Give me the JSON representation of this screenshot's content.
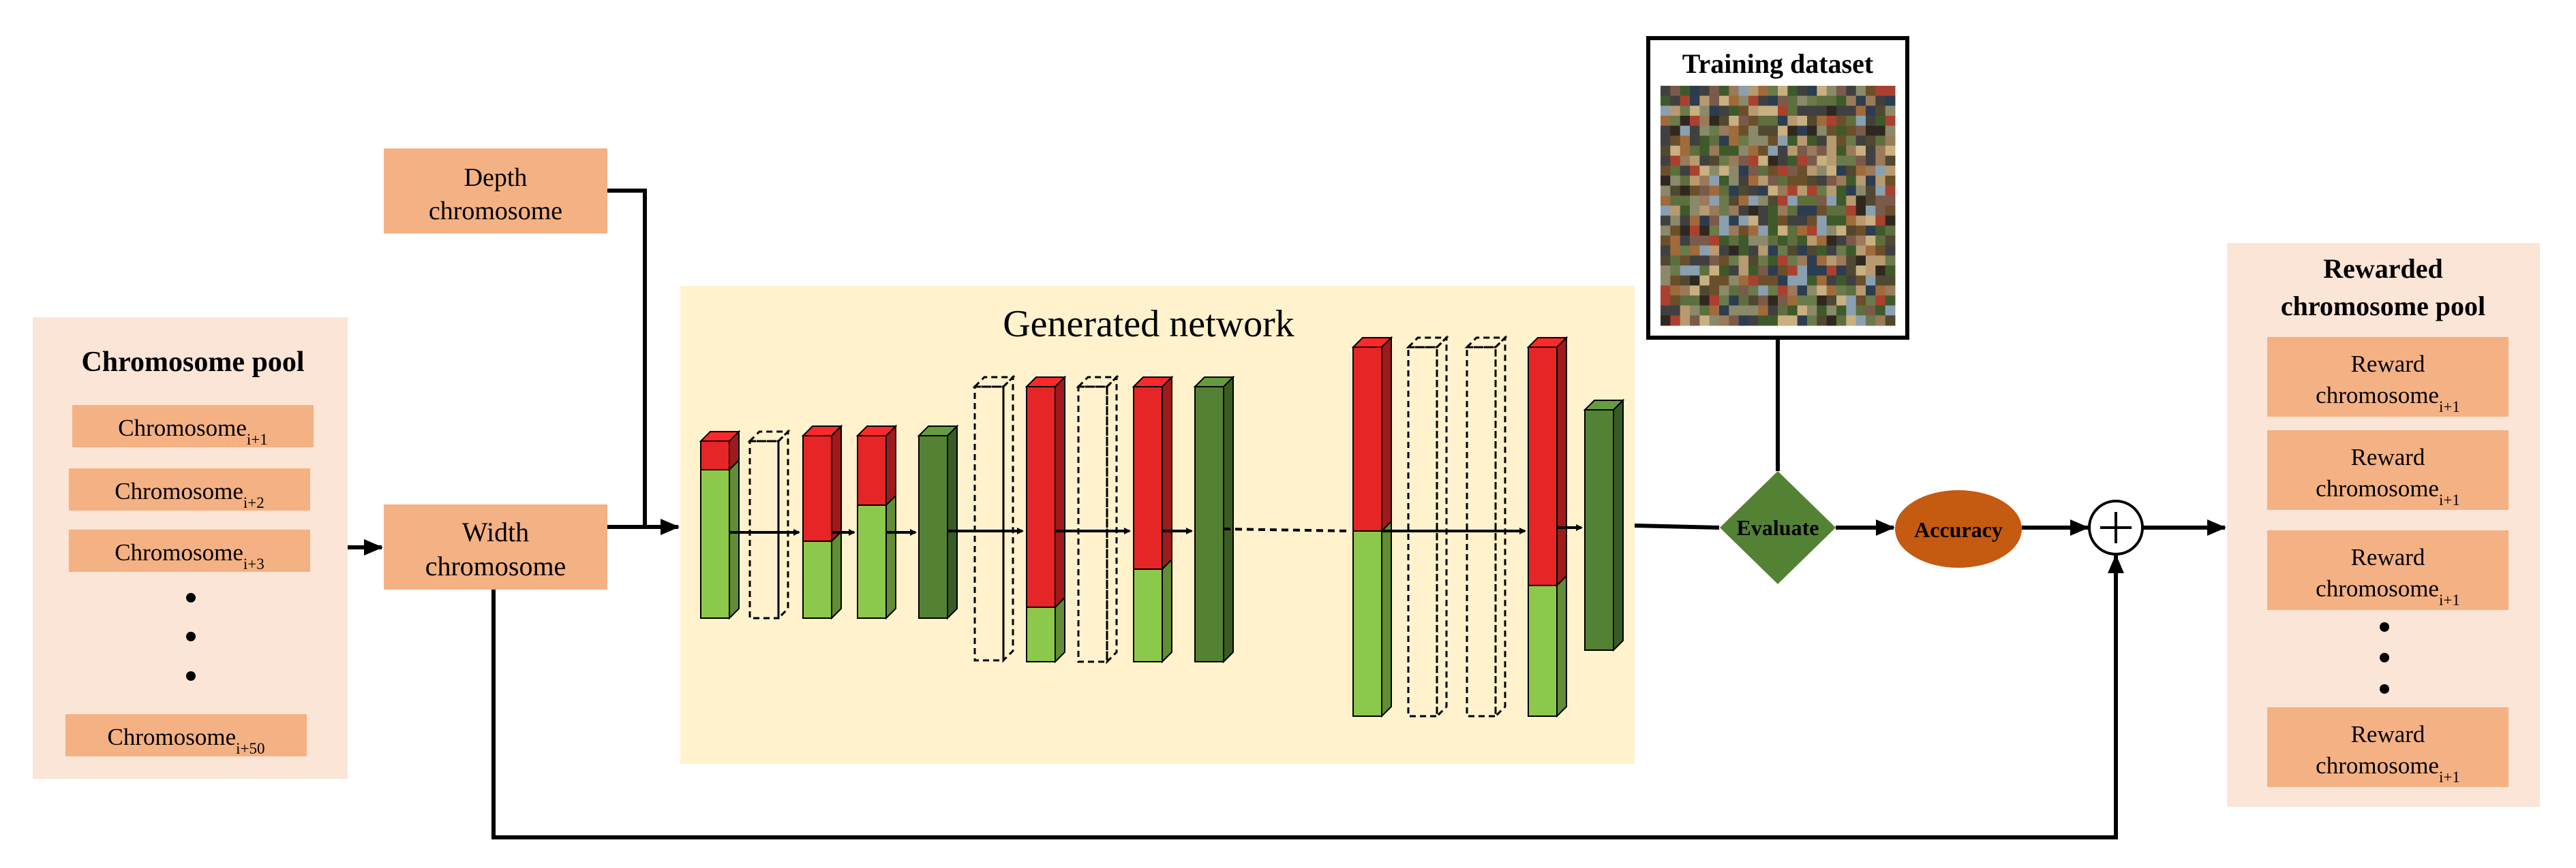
{
  "pool": {
    "title": "Chromosome pool",
    "items": [
      {
        "base": "Chromosome",
        "sub": "i+1"
      },
      {
        "base": "Chromosome",
        "sub": "i+2"
      },
      {
        "base": "Chromosome",
        "sub": "i+3"
      }
    ],
    "last": {
      "base": "Chromosome",
      "sub": "i+50"
    }
  },
  "depth": {
    "line1": "Depth",
    "line2": "chromosome"
  },
  "width": {
    "line1": "Width",
    "line2": "chromosome"
  },
  "network": {
    "title": "Generated network"
  },
  "training": {
    "title": "Training dataset"
  },
  "evaluate": {
    "label": "Evaluate"
  },
  "accuracy": {
    "label": "Accuracy"
  },
  "plus": {
    "symbol": "+"
  },
  "rewarded": {
    "title1": "Rewarded",
    "title2": "chromosome pool",
    "items": [
      {
        "line1": "Reward",
        "base": "chromosome",
        "sub": "i+1"
      },
      {
        "line1": "Reward",
        "base": "chromosome",
        "sub": "i+1"
      },
      {
        "line1": "Reward",
        "base": "chromosome",
        "sub": "i+1"
      }
    ],
    "last": {
      "line1": "Reward",
      "base": "chromosome",
      "sub": "i+1"
    }
  },
  "colors": {
    "pool_bg": "#FBE5D6",
    "chip": "#F4B183",
    "network_bg": "#FFF2CC",
    "red": "#E52526",
    "light_green": "#8CC84B",
    "dark_green": "#548235",
    "evaluate": "#548235",
    "accuracy": "#C55A11"
  },
  "icons": [
    "plus-icon",
    "mosaic-image"
  ]
}
